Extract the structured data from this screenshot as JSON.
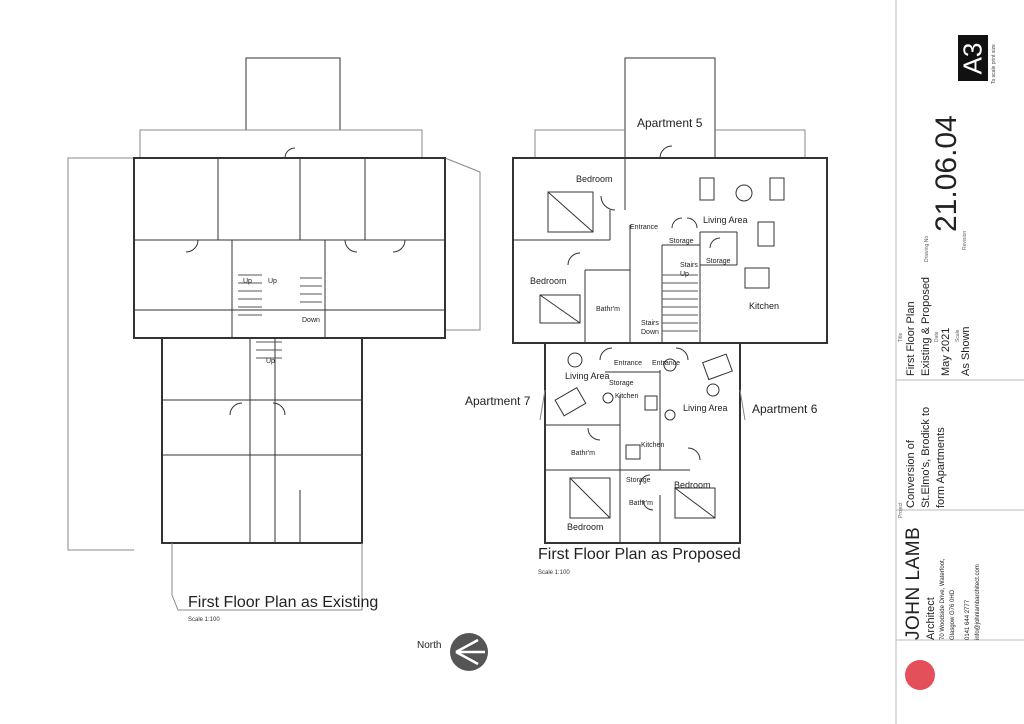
{
  "existing": {
    "title": "First Floor Plan as Existing",
    "scale": "Scale 1:100",
    "labels": {
      "up1": "Up",
      "up2": "Up",
      "up3": "Up",
      "down": "Down"
    }
  },
  "proposed": {
    "title": "First Floor Plan as Proposed",
    "scale": "Scale 1:100",
    "apartments": {
      "a5": "Apartment 5",
      "a6": "Apartment 6",
      "a7": "Apartment 7"
    },
    "rooms": {
      "bedroom1": "Bedroom",
      "bedroom2": "Bedroom",
      "bedroom3": "Bedroom",
      "bedroom4": "Bedroom",
      "entrance1": "Entrance",
      "entrance2": "Entrance",
      "entrance3": "Entrance",
      "storage1": "Storage",
      "storage2": "Storage",
      "storage3": "Storage",
      "storage4": "Storage",
      "living1": "Living Area",
      "living2": "Living Area",
      "living3": "Living Area",
      "kitchen1": "Kitchen",
      "kitchen2": "Kitchen",
      "kitchen3": "Kitchen",
      "bathrm1": "Bathr'm",
      "bathrm2": "Bathr'm",
      "bathrm3": "Bathr'm",
      "stairs_up": "Stairs Up",
      "stairs_down": "Stairs Down"
    }
  },
  "north": "North",
  "title_block": {
    "a3": "A3",
    "to_scale": "To scale print size",
    "drawing_no_label": "Drawing No",
    "drawing_no": "21.06.04",
    "revision_label": "Revision",
    "title_label": "Title",
    "title_line1": "First Floor Plan",
    "title_line2": "Existing & Proposed",
    "date_label": "Date",
    "date": "May 2021",
    "scale_label": "Scale",
    "scale": "As Shown",
    "project_label": "Project",
    "project_line1": "Conversion of",
    "project_line2": "St.Elmo's, Brodick to",
    "project_line3": "form Apartments",
    "firm": "JOHN LAMB",
    "firm_sub": "Architect",
    "address1": "70 Woodside Drive, Waterfoot,",
    "address2": "Glasgow G76 0HD",
    "phone": "0141 644 2777",
    "email": "info@johnlambarchitect.com",
    "logo_color": "#e4505a"
  }
}
